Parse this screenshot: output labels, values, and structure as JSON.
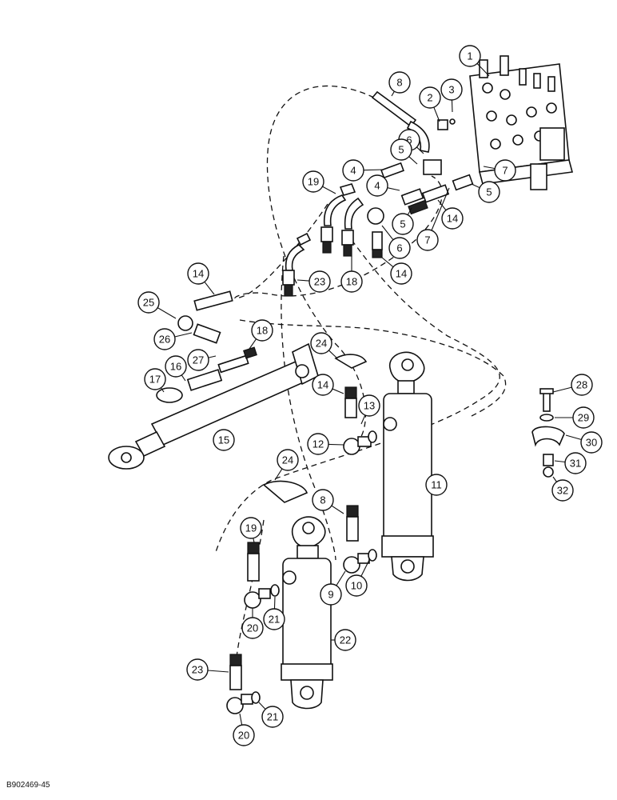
{
  "document_id": "B902469-45",
  "callouts": [
    {
      "label": "1"
    },
    {
      "label": "2"
    },
    {
      "label": "3"
    },
    {
      "label": "8"
    },
    {
      "label": "6"
    },
    {
      "label": "5"
    },
    {
      "label": "4"
    },
    {
      "label": "7"
    },
    {
      "label": "5"
    },
    {
      "label": "19"
    },
    {
      "label": "4"
    },
    {
      "label": "5"
    },
    {
      "label": "14"
    },
    {
      "label": "6"
    },
    {
      "label": "7"
    },
    {
      "label": "23"
    },
    {
      "label": "18"
    },
    {
      "label": "14"
    },
    {
      "label": "14"
    },
    {
      "label": "25"
    },
    {
      "label": "26"
    },
    {
      "label": "18"
    },
    {
      "label": "27"
    },
    {
      "label": "16"
    },
    {
      "label": "17"
    },
    {
      "label": "24"
    },
    {
      "label": "14"
    },
    {
      "label": "13"
    },
    {
      "label": "15"
    },
    {
      "label": "12"
    },
    {
      "label": "28"
    },
    {
      "label": "29"
    },
    {
      "label": "30"
    },
    {
      "label": "31"
    },
    {
      "label": "32"
    },
    {
      "label": "24"
    },
    {
      "label": "11"
    },
    {
      "label": "8"
    },
    {
      "label": "19"
    },
    {
      "label": "9"
    },
    {
      "label": "10"
    },
    {
      "label": "21"
    },
    {
      "label": "20"
    },
    {
      "label": "22"
    },
    {
      "label": "23"
    },
    {
      "label": "21"
    },
    {
      "label": "20"
    }
  ]
}
